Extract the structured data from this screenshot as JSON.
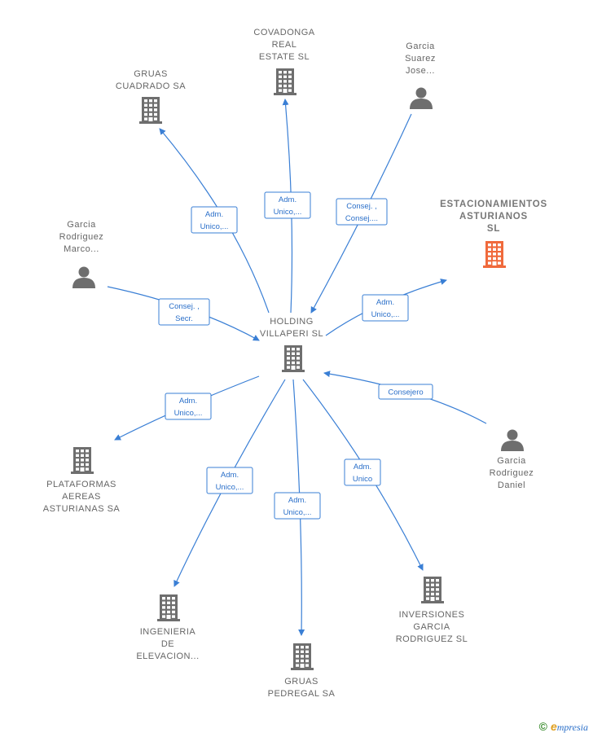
{
  "colors": {
    "edge": "#3a7fd5",
    "node": "#6e6e6e",
    "highlight": "#f06a3c",
    "label": "#666666"
  },
  "nodes": [
    {
      "id": "holding",
      "type": "company",
      "lines": [
        "HOLDING",
        "VILLAPERI  SL"
      ]
    },
    {
      "id": "covadonga",
      "type": "company",
      "lines": [
        "COVADONGA",
        "REAL",
        "ESTATE  SL"
      ]
    },
    {
      "id": "gruas-cuadrado",
      "type": "company",
      "lines": [
        "GRUAS",
        "CUADRADO SA"
      ]
    },
    {
      "id": "garcia-suarez",
      "type": "person",
      "lines": [
        "Garcia",
        "Suarez",
        "Jose..."
      ]
    },
    {
      "id": "estacionamientos",
      "type": "company",
      "highlight": true,
      "lines": [
        "ESTACIONAMIENTOS",
        "ASTURIANOS",
        "SL"
      ]
    },
    {
      "id": "garcia-rodriguez-marco",
      "type": "person",
      "lines": [
        "Garcia",
        "Rodriguez",
        "Marco..."
      ]
    },
    {
      "id": "garcia-rodriguez-daniel",
      "type": "person",
      "lines": [
        "Garcia",
        "Rodriguez",
        "Daniel"
      ]
    },
    {
      "id": "plataformas",
      "type": "company",
      "lines": [
        "PLATAFORMAS",
        "AEREAS",
        "ASTURIANAS SA"
      ]
    },
    {
      "id": "ingenieria",
      "type": "company",
      "lines": [
        "INGENIERIA",
        "DE",
        "ELEVACION..."
      ]
    },
    {
      "id": "gruas-pedregal",
      "type": "company",
      "lines": [
        "GRUAS",
        "PEDREGAL SA"
      ]
    },
    {
      "id": "inversiones",
      "type": "company",
      "lines": [
        "INVERSIONES",
        "GARCIA",
        "RODRIGUEZ SL"
      ]
    }
  ],
  "edges": [
    {
      "from": "holding",
      "to": "gruas-cuadrado",
      "lines": [
        "Adm.",
        "Unico,..."
      ]
    },
    {
      "from": "holding",
      "to": "covadonga",
      "lines": [
        "Adm.",
        "Unico,..."
      ]
    },
    {
      "from": "garcia-suarez",
      "to": "holding",
      "lines": [
        "Consej. ,",
        "Consej...."
      ]
    },
    {
      "from": "holding",
      "to": "estacionamientos",
      "lines": [
        "Adm.",
        "Unico,..."
      ]
    },
    {
      "from": "garcia-rodriguez-marco",
      "to": "holding",
      "lines": [
        "Consej. ,",
        "Secr."
      ]
    },
    {
      "from": "garcia-rodriguez-daniel",
      "to": "holding",
      "lines": [
        "Consejero"
      ]
    },
    {
      "from": "holding",
      "to": "plataformas",
      "lines": [
        "Adm.",
        "Unico,..."
      ]
    },
    {
      "from": "holding",
      "to": "ingenieria",
      "lines": [
        "Adm.",
        "Unico,..."
      ]
    },
    {
      "from": "holding",
      "to": "gruas-pedregal",
      "lines": [
        "Adm.",
        "Unico,..."
      ]
    },
    {
      "from": "holding",
      "to": "inversiones",
      "lines": [
        "Adm.",
        "Unico"
      ]
    }
  ],
  "watermark": {
    "copyright": "©",
    "brand_initial": "e",
    "brand_rest": "mpresia"
  }
}
